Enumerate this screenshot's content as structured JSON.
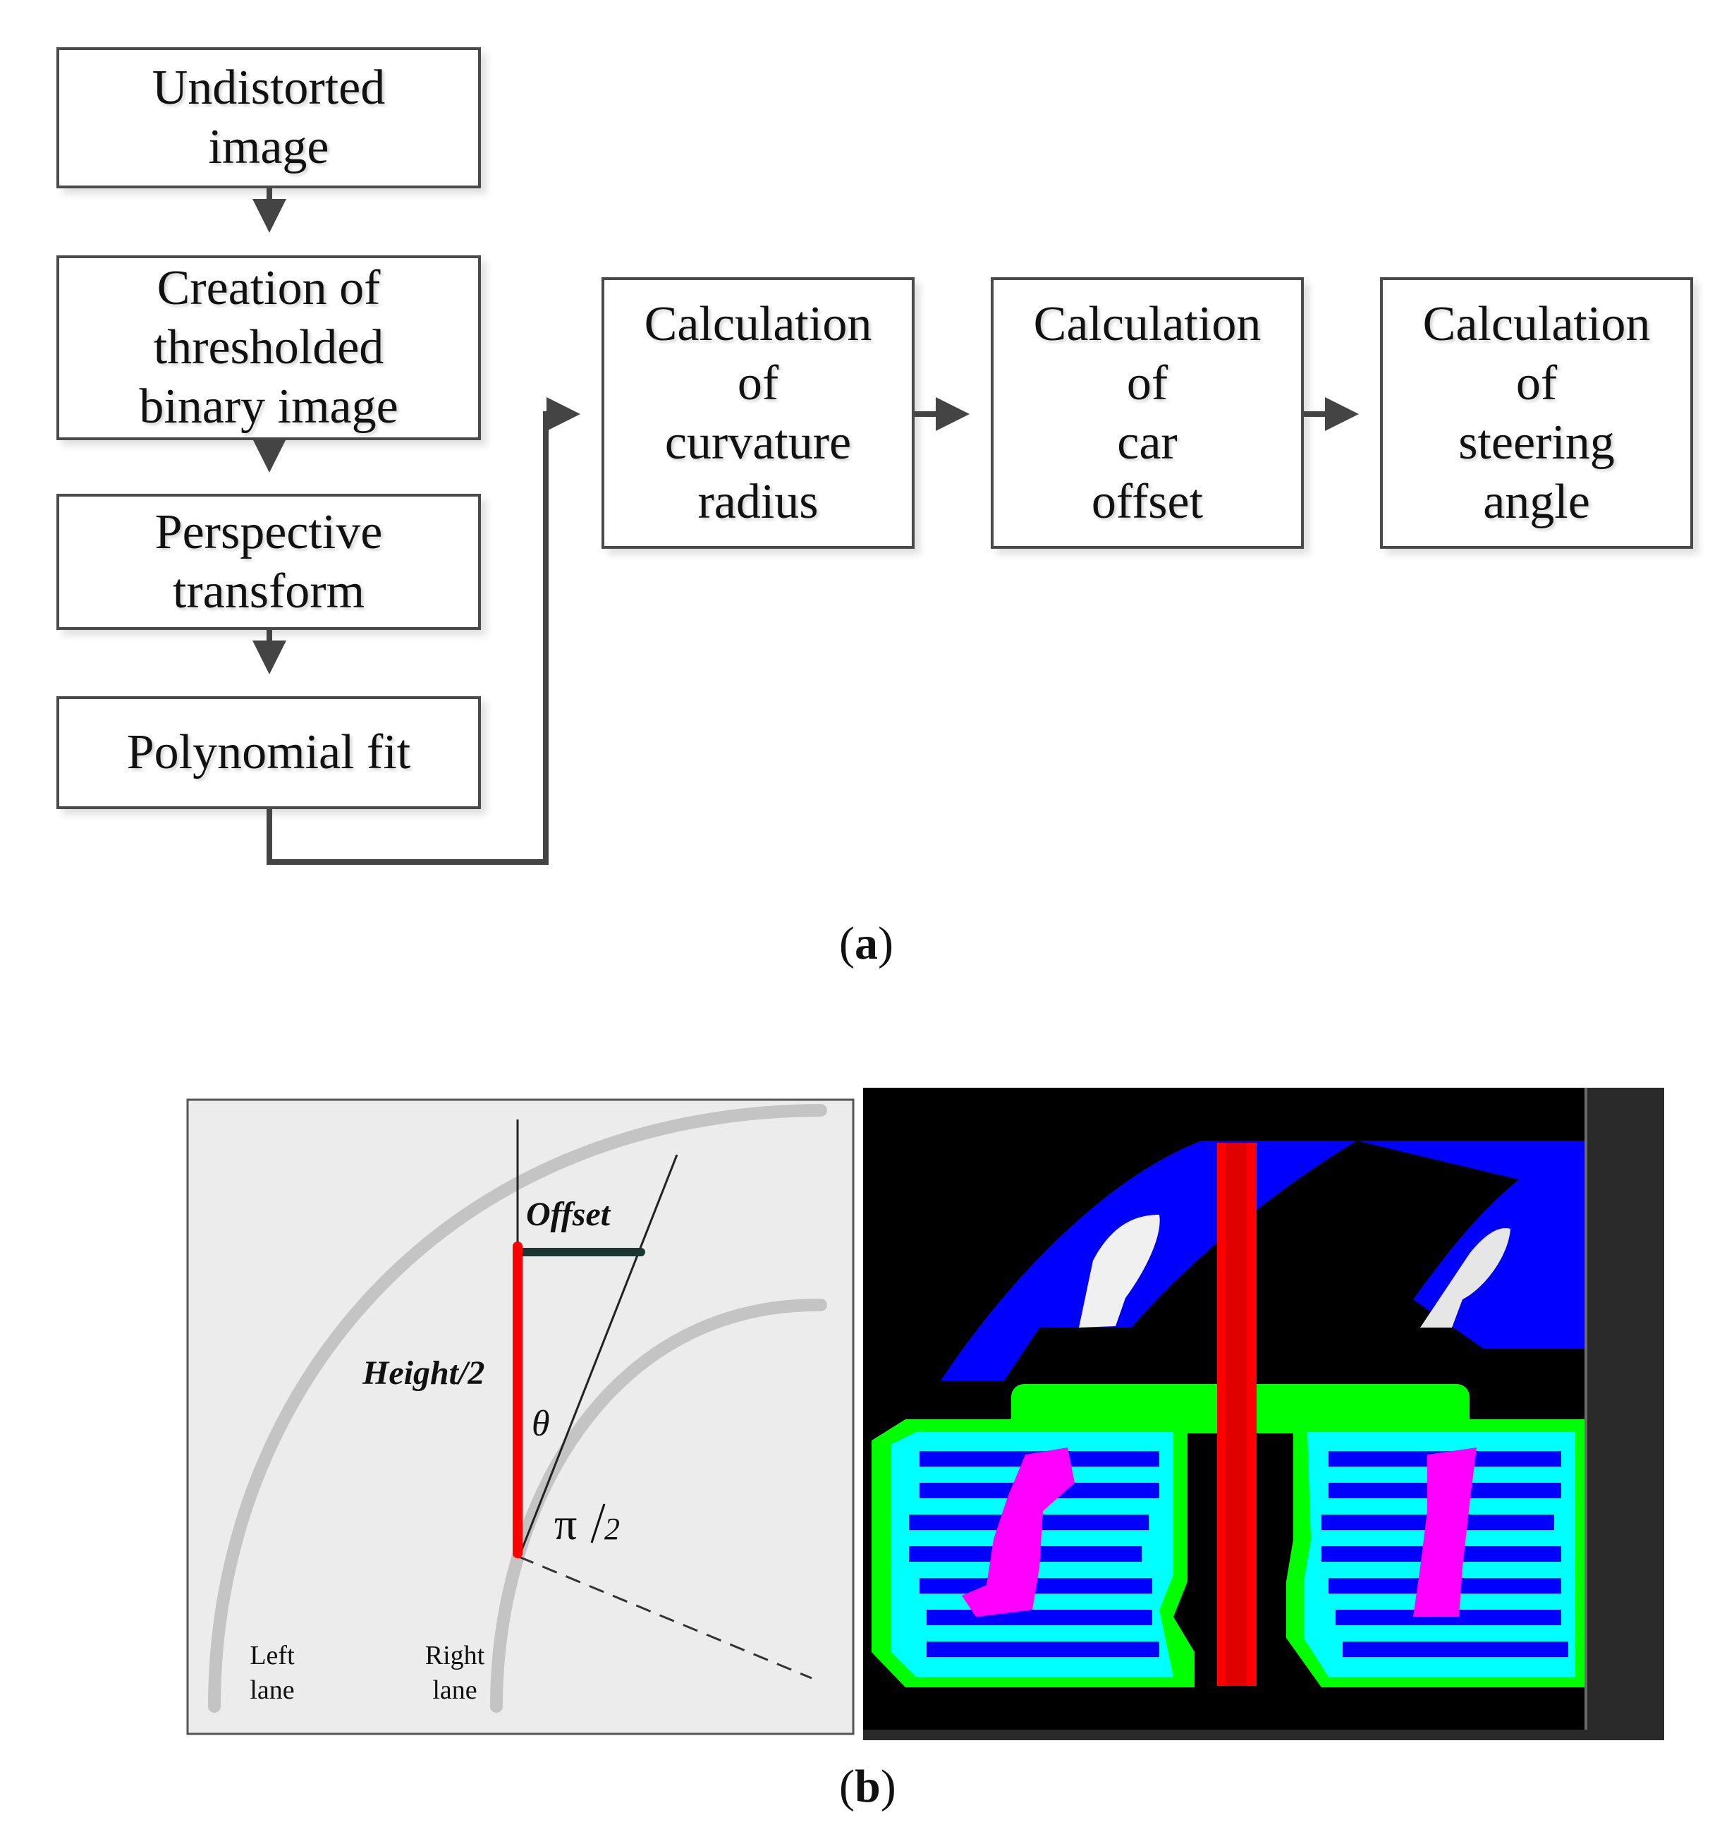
{
  "flowchart": {
    "steps": [
      {
        "id": "undistorted",
        "label": "Undistorted\nimage"
      },
      {
        "id": "thresholded",
        "label": "Creation of\nthresholded\nbinary image"
      },
      {
        "id": "perspective",
        "label": "Perspective\ntransform"
      },
      {
        "id": "polyfit",
        "label": "Polynomial fit"
      },
      {
        "id": "curvature",
        "label": "Calculation\nof\ncurvature\nradius"
      },
      {
        "id": "offset",
        "label": "Calculation\nof\ncar\noffset"
      },
      {
        "id": "steering",
        "label": "Calculation\nof\nsteering\nangle"
      }
    ],
    "caption": "a"
  },
  "geometry_diagram": {
    "offset_label": "Offset",
    "height_label": "Height/2",
    "theta_label": "θ",
    "pi_label": "π",
    "pi_denominator": "2",
    "left_lane_line1": "Left",
    "left_lane_line2": "lane",
    "right_lane_line1": "Right",
    "right_lane_line2": "lane"
  },
  "lane_image": {
    "description_icon": "lane-detection-image",
    "colors": {
      "background": "#000000",
      "lane_area": "#0000ff",
      "center_line": "#ff0000",
      "horizontal_bar": "#00ff00",
      "lane_cells": "#00ffff",
      "lane_core": "#ff00ff",
      "lane_marks": "#ffffff"
    }
  },
  "caption_b": "b"
}
